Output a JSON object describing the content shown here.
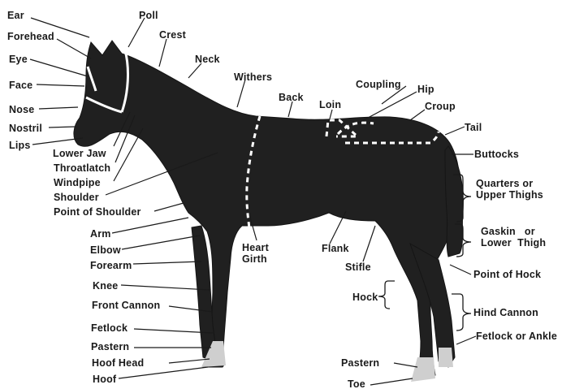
{
  "labels": {
    "ear": "Ear",
    "poll": "Poll",
    "forehead": "Forehead",
    "crest": "Crest",
    "eye": "Eye",
    "neck": "Neck",
    "face": "Face",
    "withers": "Withers",
    "coupling": "Coupling",
    "hip": "Hip",
    "back": "Back",
    "loin": "Loin",
    "croup": "Croup",
    "nose": "Nose",
    "tail": "Tail",
    "nostril": "Nostril",
    "lips": "Lips",
    "buttocks": "Buttocks",
    "lower_jaw": "Lower Jaw",
    "throatlatch": "Throatlatch",
    "windpipe": "Windpipe",
    "shoulder": "Shoulder",
    "point_of_shoulder": "Point of Shoulder",
    "quarters": "Quarters or\nUpper Thighs",
    "gaskin": "Gaskin   or\nLower  Thigh",
    "arm": "Arm",
    "elbow": "Elbow",
    "forearm": "Forearm",
    "heart_girth": "Heart\nGirth",
    "flank": "Flank",
    "stifle": "Stifle",
    "point_of_hock": "Point of Hock",
    "knee": "Knee",
    "hock": "Hock",
    "front_cannon": "Front  Cannon",
    "hind_cannon": "Hind  Cannon",
    "fetlock": "Fetlock",
    "fetlock_or_ankle": "Fetlock  or  Ankle",
    "pastern_front": "Pastern",
    "hoof_head": "Hoof  Head",
    "hoof": "Hoof",
    "pastern_hind": "Pastern",
    "toe": "Toe"
  },
  "colors": {
    "horse": "#1e1e1e",
    "leader_lines": "#1a1a1a",
    "dashes": "#ffffff",
    "background": "#ffffff"
  }
}
